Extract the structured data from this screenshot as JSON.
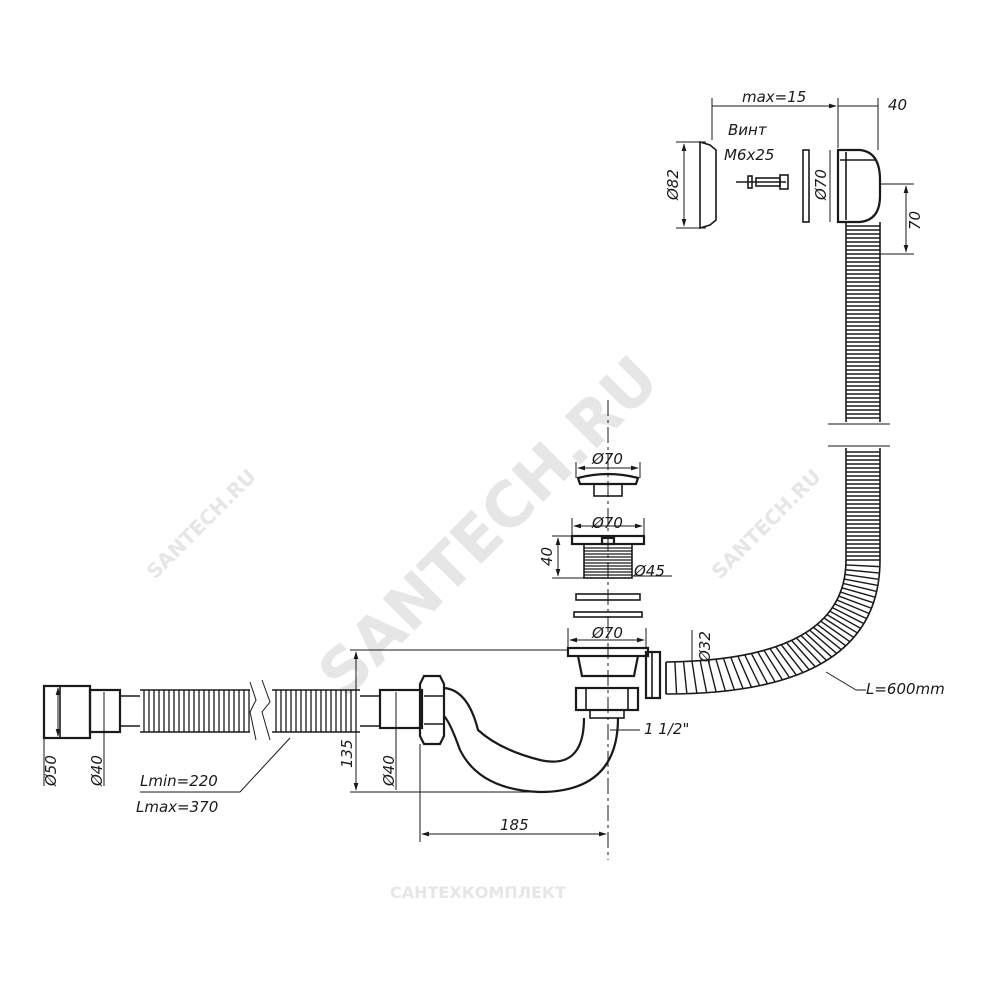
{
  "watermarks": {
    "main": "SANTECH.RU",
    "small_left": "SANTECH.RU",
    "small_right": "SANTECH.RU",
    "bottom": "САНТЕХКОМПЛЕКТ"
  },
  "labels": {
    "max15": "max=15",
    "dim40_top": "40",
    "screw_title": "Винт",
    "screw_size": "M6x25",
    "d82": "Ø82",
    "d70_overflow": "Ø70",
    "dim70_side": "70",
    "d70_cap": "Ø70",
    "d70_grate": "Ø70",
    "dim40_drain": "40",
    "d45": "Ø45",
    "d70_flange": "Ø70",
    "d32": "Ø32",
    "L600": "L=600mm",
    "thread": "1 1/2\"",
    "d50": "Ø50",
    "d40_left": "Ø40",
    "lmin": "Lmin=220",
    "lmax": "Lmax=370",
    "dim135": "135",
    "d40_trap": "Ø40",
    "dim185": "185"
  },
  "colors": {
    "line": "#1a1a1a",
    "watermark": "#e6e6e6"
  }
}
